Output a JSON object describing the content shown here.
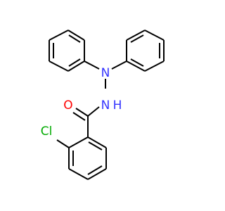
{
  "molecule": {
    "colors": {
      "bond": "#000000",
      "nitrogen": "#3333ff",
      "oxygen": "#ff0000",
      "chlorine": "#00aa00"
    },
    "atoms": {
      "amine_n": "N",
      "amide_n": "N",
      "amide_h": "H",
      "oxygen": "O",
      "chlorine": "Cl"
    }
  }
}
